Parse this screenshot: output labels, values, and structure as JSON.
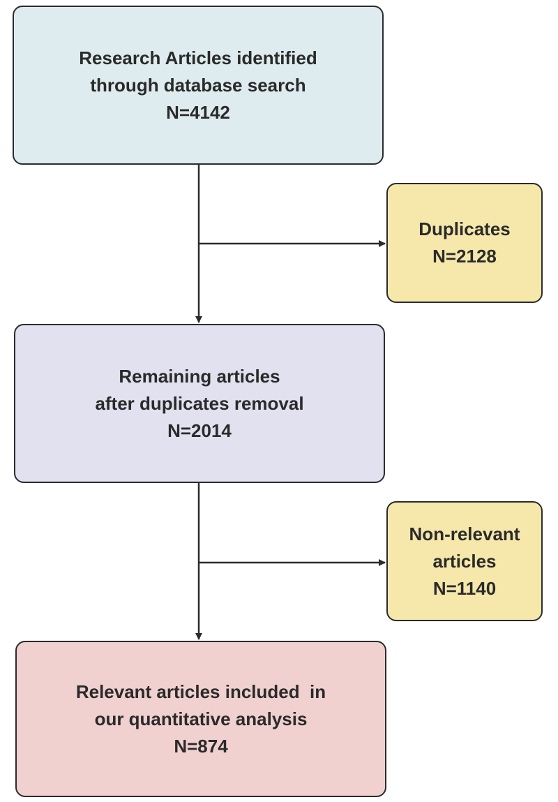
{
  "flowchart": {
    "identified": {
      "line1": "Research Articles identified",
      "line2": "through database search",
      "count": "N=4142"
    },
    "duplicates": {
      "line1": "Duplicates",
      "count": "N=2128"
    },
    "remaining": {
      "line1": "Remaining articles",
      "line2": "after duplicates removal",
      "count": "N=2014"
    },
    "non_relevant": {
      "line1": "Non-relevant",
      "line2": "articles",
      "count": "N=1140"
    },
    "relevant": {
      "line1": "Relevant articles included  in",
      "line2": "our quantitative analysis",
      "count": "N=874"
    }
  },
  "colors": {
    "identified_fill": "#dfecef",
    "excluded_fill": "#f6e8ab",
    "remaining_fill": "#e2e1ef",
    "relevant_fill": "#f1d0d0",
    "stroke": "#2b2b2b"
  }
}
